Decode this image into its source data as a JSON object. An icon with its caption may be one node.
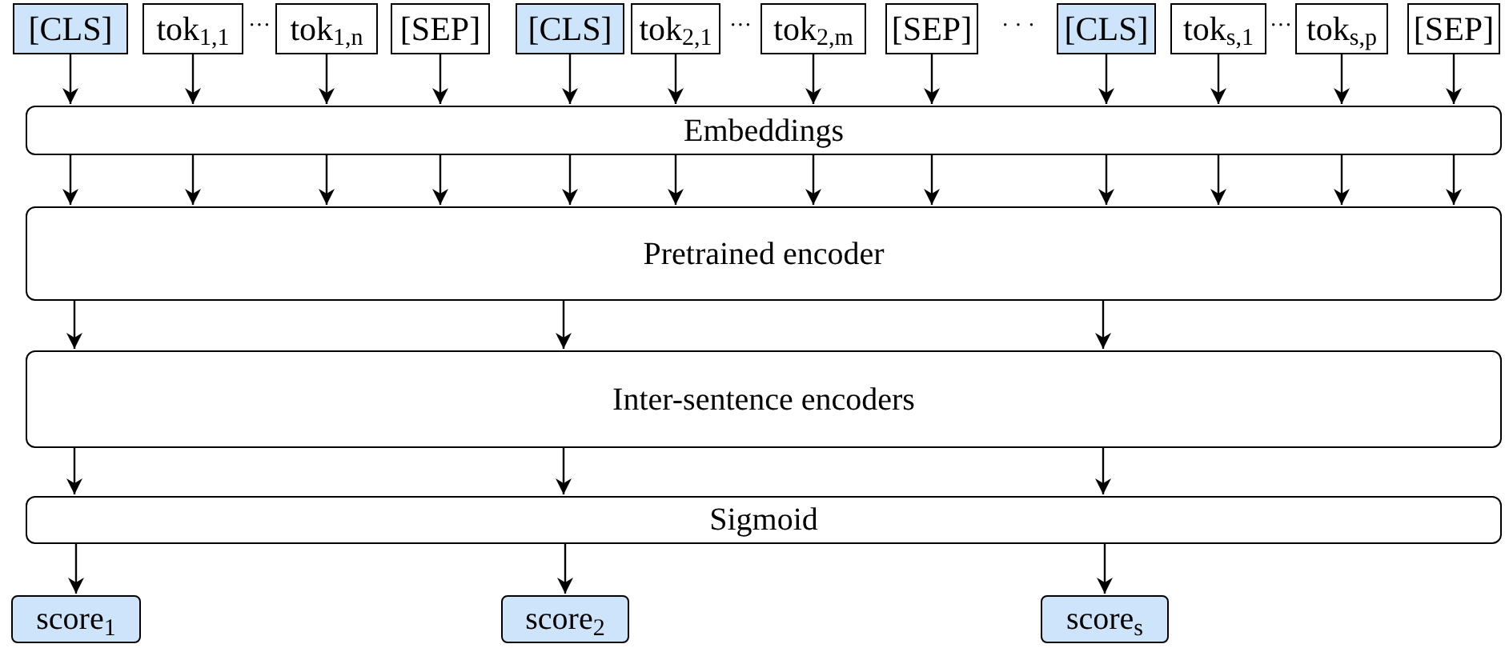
{
  "diagram": {
    "nodes": [
      {
        "text": [
          "[CLS]"
        ]
      },
      {
        "text": [
          "tok$_{1,1}$"
        ]
      },
      {
        "text": [
          "tok$_{1,n}$"
        ]
      },
      {
        "text": [
          "[SEP]"
        ]
      },
      {
        "text": [
          "[CLS]"
        ]
      },
      {
        "text": [
          "tok$_{2,1}$"
        ]
      },
      {
        "text": [
          "tok$_{2,m}$"
        ]
      },
      {
        "text": [
          "[SEP]"
        ]
      },
      {
        "text": [
          "[CLS]"
        ]
      },
      {
        "text": [
          "tok$_{s,1}$"
        ]
      },
      {
        "text": [
          "tok$_{s,p}$"
        ]
      },
      {
        "text": [
          "[SEP]"
        ]
      },
      {
        "text": [
          "Embeddings"
        ]
      },
      {
        "text": [
          "Pretrained encoder"
        ]
      },
      {
        "text": [
          "Inter-sentence encoders"
        ]
      },
      {
        "text": [
          "Sigmoid"
        ]
      },
      {
        "text": [
          "score$_{1}$"
        ]
      },
      {
        "text": [
          "score$_{2}$"
        ]
      },
      {
        "text": [
          "score$_{s}$"
        ]
      }
    ],
    "edges": [
      {
        "from": 0,
        "to": 12,
        "arrow": "to"
      },
      {
        "from": 1,
        "to": 12,
        "arrow": "to"
      },
      {
        "from": 2,
        "to": 12,
        "arrow": "to"
      },
      {
        "from": 3,
        "to": 12,
        "arrow": "to"
      },
      {
        "from": 4,
        "to": 12,
        "arrow": "to"
      },
      {
        "from": 5,
        "to": 12,
        "arrow": "to"
      },
      {
        "from": 6,
        "to": 12,
        "arrow": "to"
      },
      {
        "from": 7,
        "to": 12,
        "arrow": "to"
      },
      {
        "from": 8,
        "to": 12,
        "arrow": "to"
      },
      {
        "from": 9,
        "to": 12,
        "arrow": "to"
      },
      {
        "from": 10,
        "to": 12,
        "arrow": "to"
      },
      {
        "from": 11,
        "to": 12,
        "arrow": "to"
      },
      {
        "from": 12,
        "to": 13,
        "arrow": "to"
      },
      {
        "from": 12,
        "to": 13,
        "arrow": "to"
      },
      {
        "from": 12,
        "to": 13,
        "arrow": "to"
      },
      {
        "from": 12,
        "to": 13,
        "arrow": "to"
      },
      {
        "from": 12,
        "to": 13,
        "arrow": "to"
      },
      {
        "from": 12,
        "to": 13,
        "arrow": "to"
      },
      {
        "from": 12,
        "to": 13,
        "arrow": "to"
      },
      {
        "from": 12,
        "to": 13,
        "arrow": "to"
      },
      {
        "from": 12,
        "to": 13,
        "arrow": "to"
      },
      {
        "from": 12,
        "to": 13,
        "arrow": "to"
      },
      {
        "from": 12,
        "to": 13,
        "arrow": "to"
      },
      {
        "from": 12,
        "to": 13,
        "arrow": "to"
      },
      {
        "from": 13,
        "to": 14,
        "arrow": "to"
      },
      {
        "from": 13,
        "to": 14,
        "arrow": "to"
      },
      {
        "from": 13,
        "to": 14,
        "arrow": "to"
      },
      {
        "from": 14,
        "to": 15,
        "arrow": "to"
      },
      {
        "from": 14,
        "to": 15,
        "arrow": "to"
      },
      {
        "from": 14,
        "to": 15,
        "arrow": "to"
      },
      {
        "from": 15,
        "to": 16,
        "arrow": "to"
      },
      {
        "from": 15,
        "to": 17,
        "arrow": "to"
      },
      {
        "from": 15,
        "to": 18,
        "arrow": "to"
      }
    ],
    "labels": [
      "···",
      "···",
      "· · ·",
      "···"
    ]
  }
}
